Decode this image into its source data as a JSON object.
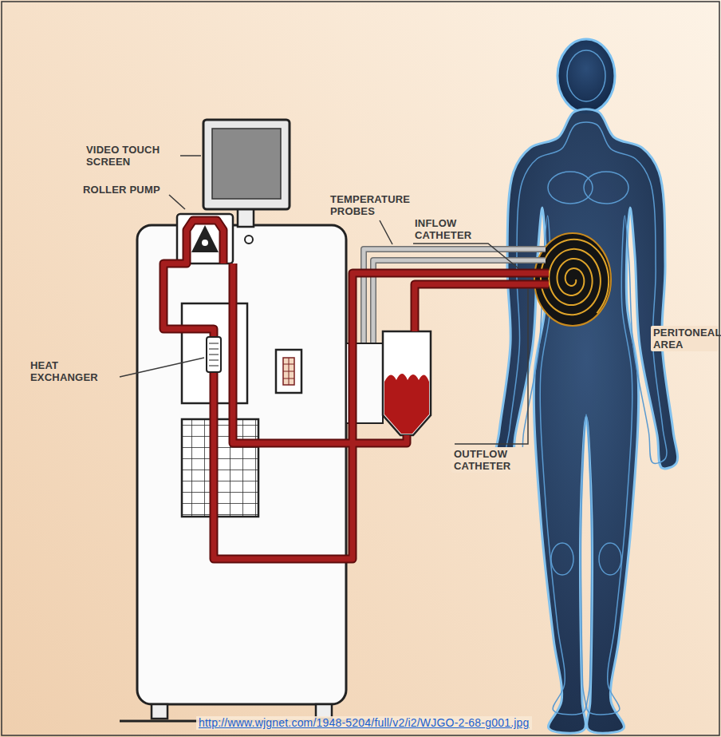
{
  "diagram": {
    "labels": [
      "VIDEO TOUCH SCREEN",
      "ROLLER PUMP",
      "TEMPERATURE PROBES",
      "INFLOW CATHETER",
      "PERITONEAL AREA",
      "HEAT EXCHANGER",
      "OUTFLOW CATHETER",
      "http://www.wjgnet.com/1948-5204/full/v2/i2/WJGO-2-68-g001.jpg"
    ]
  }
}
